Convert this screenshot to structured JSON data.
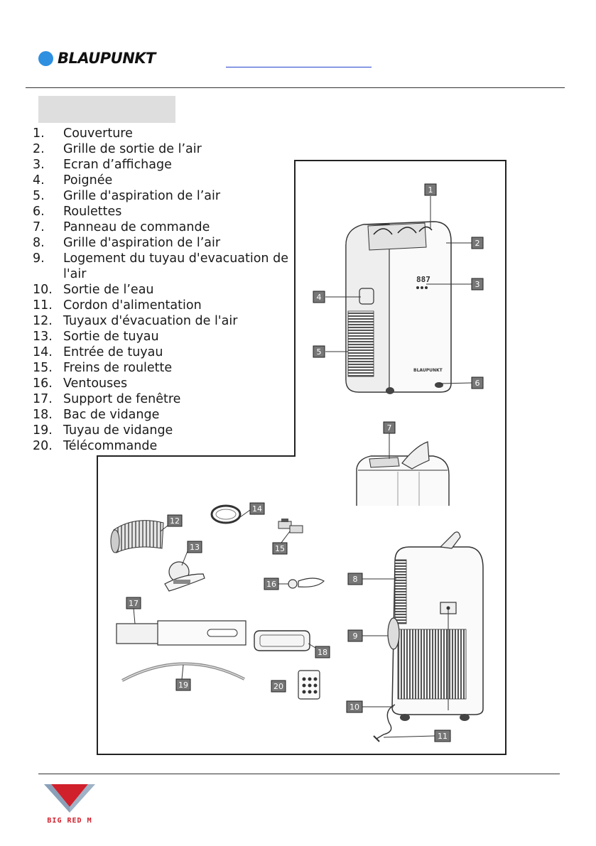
{
  "header": {
    "brand": "BLAUPUNKT",
    "brand_color": "#2f8fe0",
    "link_color": "#2244cc"
  },
  "parts": [
    {
      "num": "1.",
      "label": "Couverture"
    },
    {
      "num": "2.",
      "label": "Grille de sortie de l’air"
    },
    {
      "num": "3.",
      "label": "Ecran d’affichage"
    },
    {
      "num": "4.",
      "label": "Poignée"
    },
    {
      "num": "5.",
      "label": "Grille d'aspiration de l’air"
    },
    {
      "num": "6.",
      "label": "Roulettes"
    },
    {
      "num": "7.",
      "label": "Panneau de commande"
    },
    {
      "num": "8.",
      "label": "Grille d'aspiration de l’air"
    },
    {
      "num": "9.",
      "label": "Logement du tuyau d'evacuation de l'air"
    },
    {
      "num": "10.",
      "label": "Sortie de l’eau"
    },
    {
      "num": "11.",
      "label": "Cordon d'alimentation"
    },
    {
      "num": "12.",
      "label": "Tuyaux d'évacuation de l'air"
    },
    {
      "num": "13.",
      "label": "Sortie de tuyau"
    },
    {
      "num": "14.",
      "label": "Entrée de tuyau"
    },
    {
      "num": "15.",
      "label": "Freins de roulette"
    },
    {
      "num": "16.",
      "label": "Ventouses"
    },
    {
      "num": "17.",
      "label": "Support de fenêtre"
    },
    {
      "num": "18.",
      "label": "Bac de vidange"
    },
    {
      "num": "19.",
      "label": "Tuyau de vidange"
    },
    {
      "num": "20.",
      "label": "Télécommande"
    }
  ],
  "figure": {
    "callouts": [
      "1",
      "2",
      "3",
      "4",
      "5",
      "6",
      "7",
      "8",
      "9",
      "10",
      "11",
      "12",
      "13",
      "14",
      "15",
      "16",
      "17",
      "18",
      "19",
      "20"
    ],
    "unit_logo": "BLAUPUNKT",
    "display_digits": "887"
  },
  "footer": {
    "logo_text": "BIG RED M",
    "logo_color": "#d0202c"
  }
}
